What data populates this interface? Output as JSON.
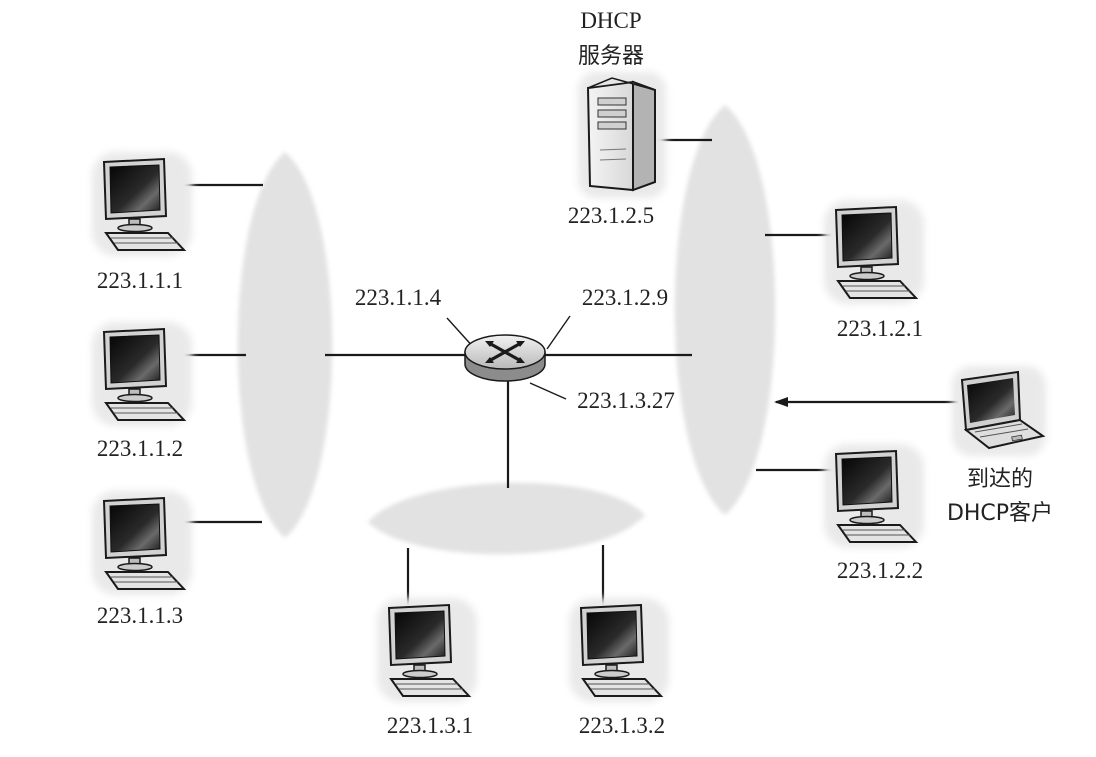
{
  "server": {
    "label_line1": "DHCP",
    "label_line2": "服务器",
    "ip": "223.1.2.5"
  },
  "router": {
    "ip_left": "223.1.1.4",
    "ip_right": "223.1.2.9",
    "ip_bottom": "223.1.3.27"
  },
  "subnet1": {
    "hosts": [
      "223.1.1.1",
      "223.1.1.2",
      "223.1.1.3"
    ]
  },
  "subnet2": {
    "hosts": [
      "223.1.2.1",
      "223.1.2.2"
    ]
  },
  "subnet3": {
    "hosts": [
      "223.1.3.1",
      "223.1.3.2"
    ]
  },
  "arriving_client": {
    "label_line1": "到达的",
    "label_line2": "DHCP客户"
  }
}
